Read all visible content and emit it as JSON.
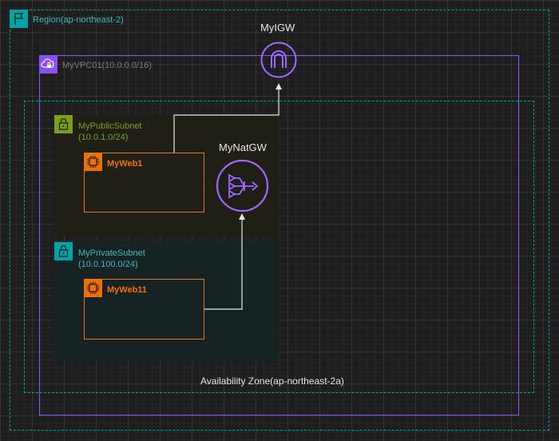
{
  "region": {
    "label": "Region(ap-northeast-2)",
    "icon": "flag-icon",
    "color": "#00a4a6"
  },
  "vpc": {
    "label": "MyVPC01(10.0.0.0/16)",
    "icon": "vpc-cloud-lock-icon",
    "color": "#8c4fff"
  },
  "availability_zone": {
    "label": "Availability Zone(ap-northeast-2a)",
    "color": "#00a4a6"
  },
  "igw": {
    "label": "MyIGW",
    "icon": "internet-gateway-icon",
    "color": "#a166ff"
  },
  "natgw": {
    "label": "MyNatGW",
    "icon": "nat-gateway-icon",
    "color": "#a166ff"
  },
  "public_subnet": {
    "name": "MyPublicSubnet",
    "cidr": "(10.0.1.0/24)",
    "icon": "lock-icon",
    "color": "#7aa116",
    "fill": "#1f1f16"
  },
  "private_subnet": {
    "name": "MyPrivateSubnet",
    "cidr": "(10.0.100.0/24)",
    "icon": "lock-icon",
    "color": "#00a4a6",
    "fill": "#152325"
  },
  "instances": {
    "web1": {
      "label": "MyWeb1",
      "icon": "ec2-chip-icon",
      "color": "#ed7100"
    },
    "web11": {
      "label": "MyWeb11",
      "icon": "ec2-chip-icon",
      "color": "#ed7100"
    }
  }
}
